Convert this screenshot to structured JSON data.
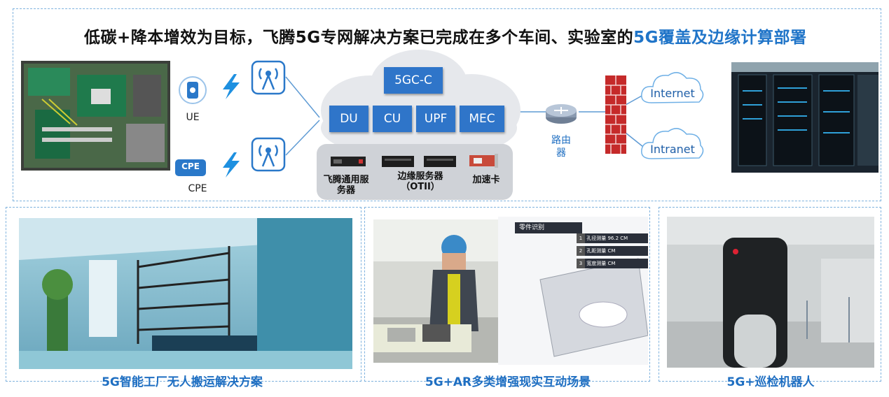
{
  "title": {
    "part1": "低碳+降本增效为目标，飞腾5G专网解决方案已完成在多个车间、实验室的",
    "part2": "5G覆盖及边缘计算部署"
  },
  "network": {
    "ue_label": "UE",
    "cpe_label": "CPE",
    "cpe_badge": "CPE",
    "core_top": "5GC-C",
    "core_blocks": [
      "DU",
      "CU",
      "UPF",
      "MEC"
    ],
    "hardware": [
      "飞腾通用服务器",
      "边缘服务器（OTII）",
      "加速卡"
    ],
    "router_label": "路由器",
    "internet_label": "Internet",
    "intranet_label": "Intranet"
  },
  "captions": {
    "agv": "5G智能工厂无人搬运解决方案",
    "ar": "5G+AR多类增强现实互动场景",
    "robot": "5G+巡检机器人"
  },
  "ar_panel": {
    "header": "零件识别",
    "rows": [
      {
        "num": "1",
        "text": "孔径测量 96.2 CM"
      },
      {
        "num": "2",
        "text": "孔距测量      CM"
      },
      {
        "num": "3",
        "text": "宽度测量      CM"
      }
    ]
  },
  "colors": {
    "accent": "#1f74c8",
    "block": "#2f75c9",
    "dashed": "#7fb2de"
  }
}
